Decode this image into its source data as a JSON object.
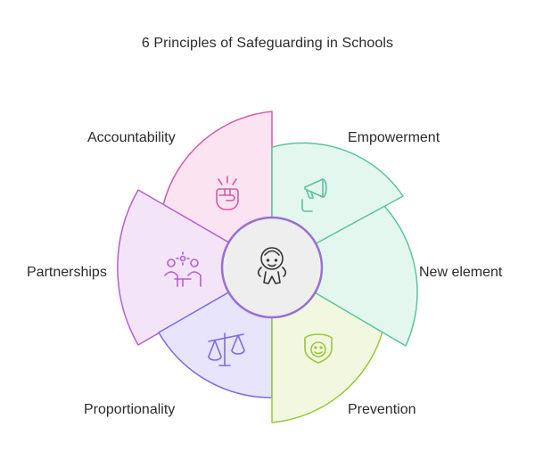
{
  "title": "6 Principles of Safeguarding in Schools",
  "segments": [
    {
      "label": "Accountability",
      "icon": "raised-fist-icon",
      "fill": "#fbe3f1",
      "stroke": "#d65aa8"
    },
    {
      "label": "Empowerment",
      "icon": "megaphone-icon",
      "fill": "#e4f7ef",
      "stroke": "#5bc498"
    },
    {
      "label": "New element",
      "icon": "none",
      "fill": "#e4f7ef",
      "stroke": "#5bc498"
    },
    {
      "label": "Prevention",
      "icon": "shield-face-icon",
      "fill": "#f1f8df",
      "stroke": "#9ac73d"
    },
    {
      "label": "Proportionality",
      "icon": "balance-scale-icon",
      "fill": "#e7e4fb",
      "stroke": "#7b6ce0"
    },
    {
      "label": "Partnerships",
      "icon": "people-meeting-icon",
      "fill": "#f3e4f7",
      "stroke": "#b55fd0"
    }
  ],
  "center": {
    "icon": "child-icon",
    "fill": "#eeeeee",
    "stroke": "#9a6fd3"
  }
}
